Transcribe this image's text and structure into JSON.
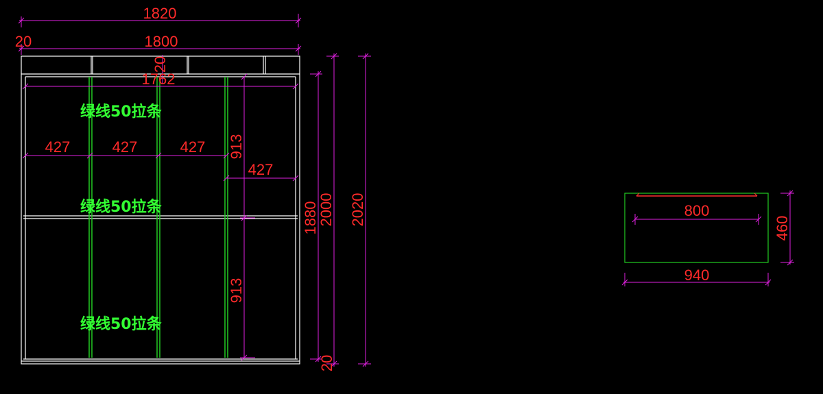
{
  "colors": {
    "background": "#000000",
    "outline": "#ffffff",
    "dimension_line": "#e020e0",
    "dimension_text": "#ff2a2a",
    "green_strip": "#22cc22",
    "note_text": "#33ff33",
    "drawer_outline": "#22cc22",
    "drawer_handle": "#ff3030"
  },
  "wardrobe": {
    "overall_width": "1820",
    "inner_width": "1800",
    "side_panel": "20",
    "top_gap": "20",
    "interior_width": "1762",
    "bay_width_1": "427",
    "bay_width_2": "427",
    "bay_width_3": "427",
    "bay_width_4": "427",
    "upper_section_height": "913",
    "lower_section_height": "913",
    "inner_height": "1880",
    "cabinet_height": "2000",
    "overall_height": "2020",
    "base_gap": "20",
    "notes": [
      "绿线50拉条",
      "绿线50拉条",
      "绿线50拉条"
    ]
  },
  "drawer": {
    "inner_width": "800",
    "outer_width": "940",
    "depth": "460"
  }
}
